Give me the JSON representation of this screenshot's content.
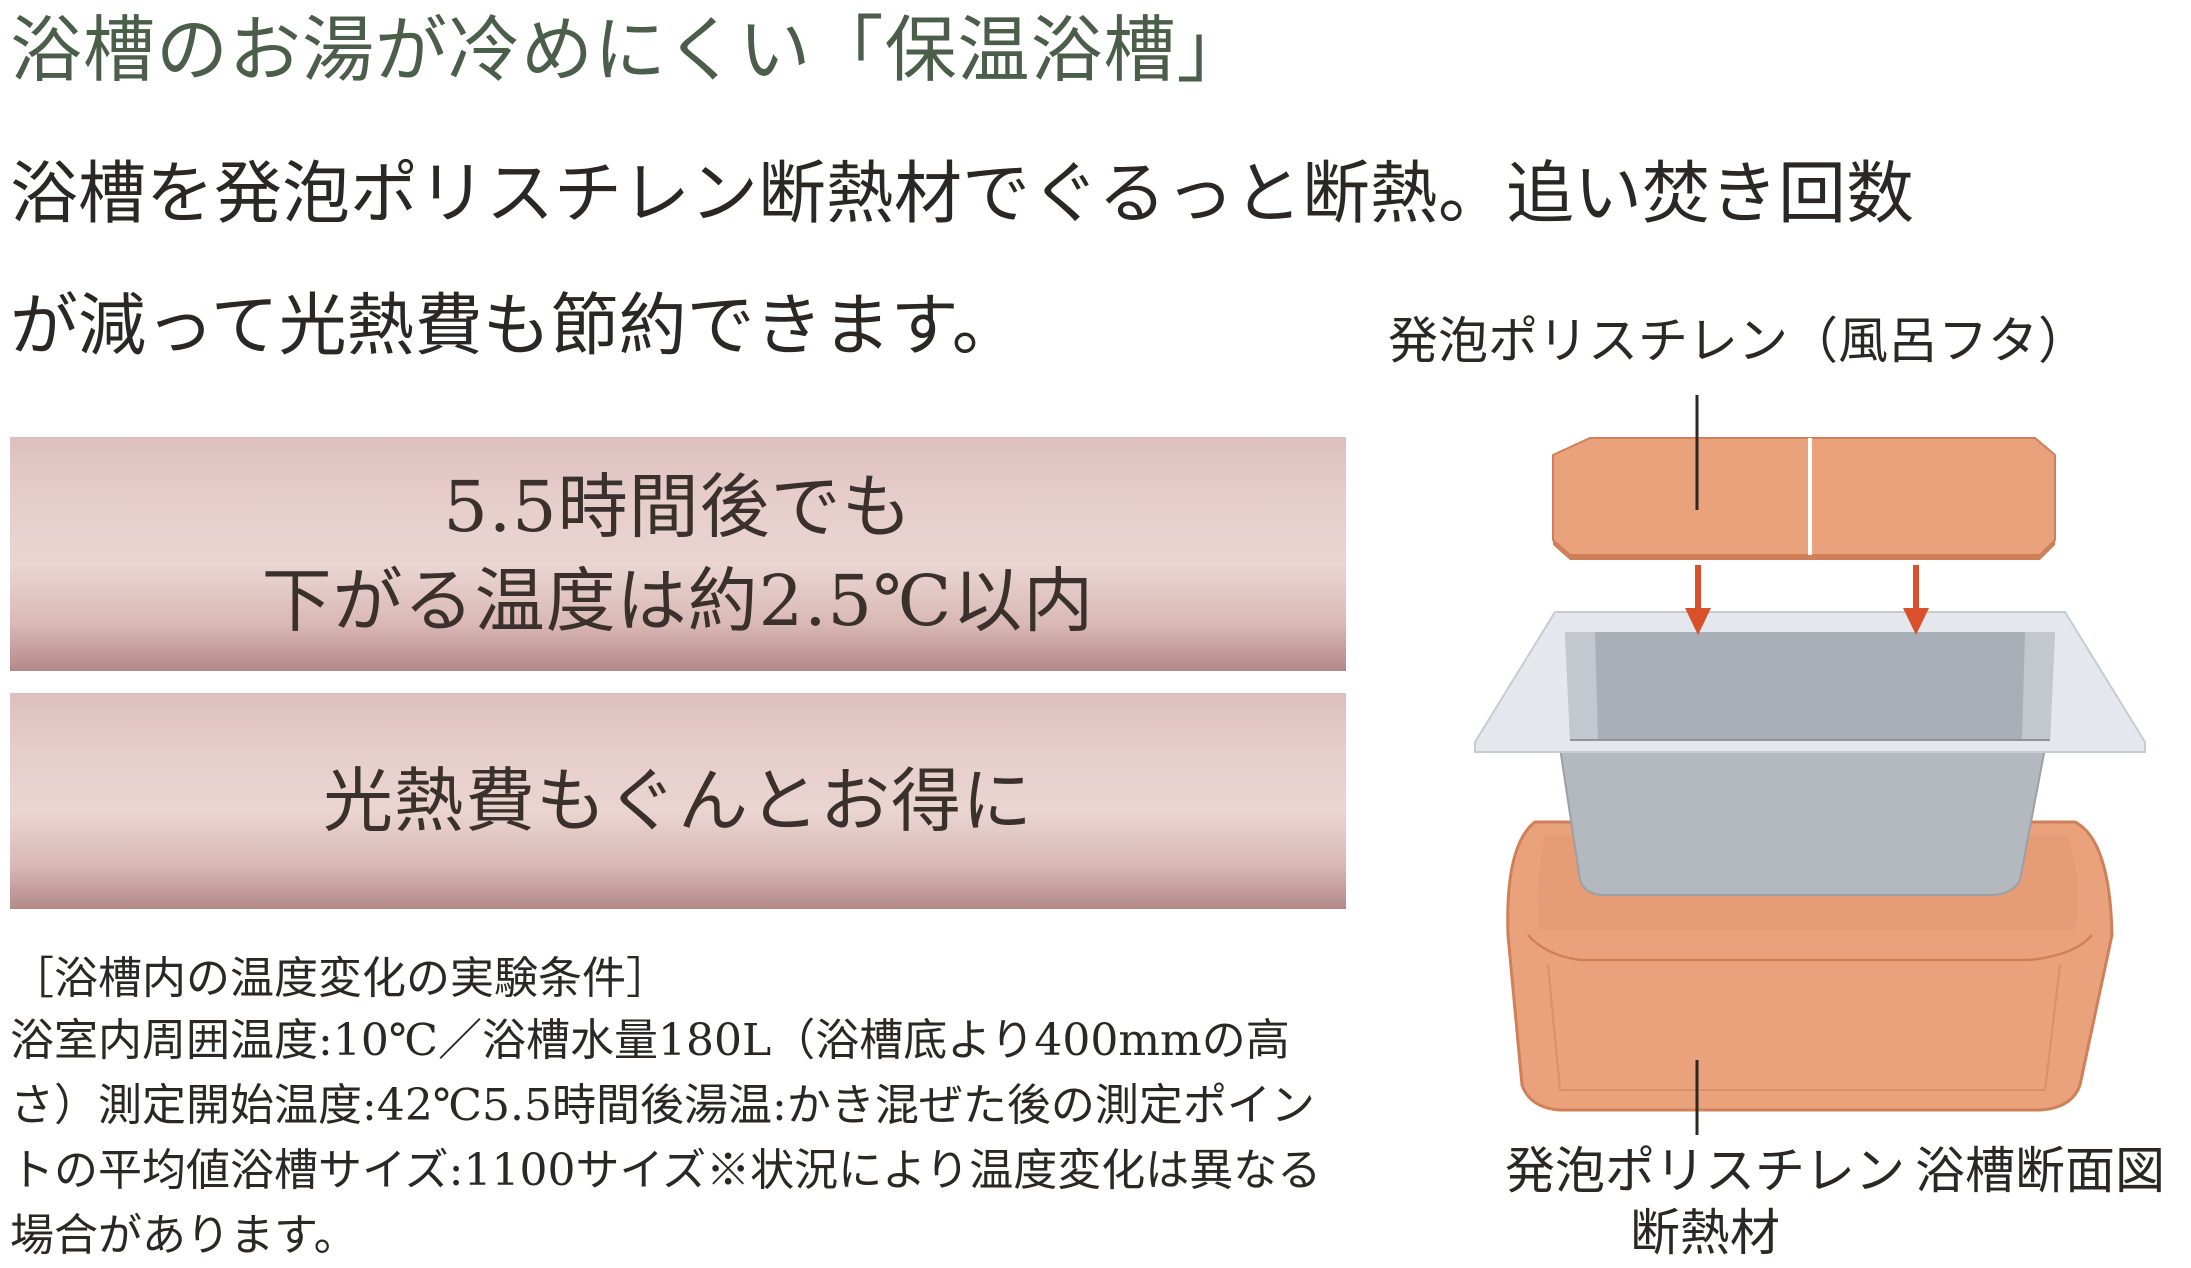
{
  "heading": "浴槽のお湯が冷めにくい「保温浴槽」",
  "lead": {
    "line1": "浴槽を発泡ポリスチレン断熱材でぐるっと断熱。追い焚き回数",
    "line2": "が減って光熱費も節約できます。"
  },
  "banners": [
    {
      "line1": "5.5時間後でも",
      "line2": "下がる温度は約2.5℃以内"
    },
    {
      "line1": "光熱費もぐんとお得に"
    }
  ],
  "conditions": {
    "title": "［浴槽内の温度変化の実験条件］",
    "lines": [
      "浴室内周囲温度:10℃／浴槽水量180L（浴槽底より400mmの高",
      "さ）測定開始温度:42℃5.5時間後湯温:かき混ぜた後の測定ポイン",
      "トの平均値浴槽サイズ:1100サイズ※状況により温度変化は異なる",
      "場合があります。"
    ]
  },
  "diagram": {
    "lid_label": "発泡ポリスチレン（風呂フタ）",
    "insulation_label_line1": "発泡ポリスチレン",
    "insulation_label_line2": "断熱材",
    "section_label": "浴槽断面図",
    "colors": {
      "foam": "#e9a27b",
      "foam_edge": "#d08058",
      "tub": "#b4b9bf",
      "tub_rim": "#e4e8ec",
      "arrow": "#d9502a"
    }
  }
}
